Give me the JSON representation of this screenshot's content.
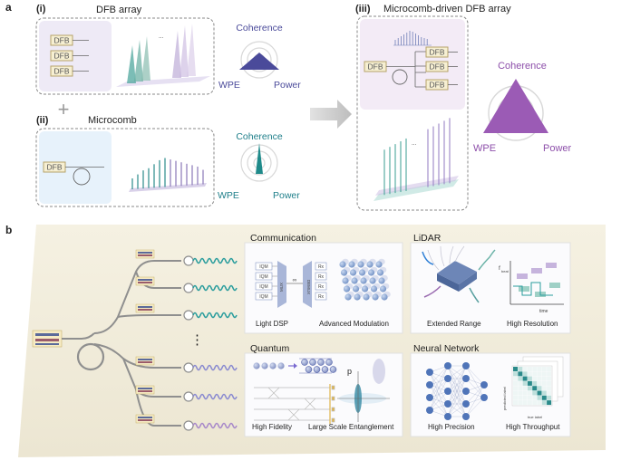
{
  "panel_a": {
    "label": "a",
    "sub_i": {
      "label": "(i)",
      "title": "DFB array",
      "dfb": [
        "DFB",
        "DFB",
        "DFB"
      ],
      "radar": {
        "top": "Coherence",
        "left": "WPE",
        "right": "Power",
        "color": "#4a4a9a"
      }
    },
    "sub_ii": {
      "label": "(ii)",
      "title": "Microcomb",
      "dfb": "DFB",
      "radar": {
        "top": "Coherence",
        "left": "WPE",
        "right": "Power",
        "color": "#1f8a8a"
      }
    },
    "plus": "+",
    "sub_iii": {
      "label": "(iii)",
      "title": "Microcomb-driven DFB array",
      "dfb": [
        "DFB",
        "DFB",
        "DFB",
        "DFB"
      ],
      "radar": {
        "top": "Coherence",
        "left": "WPE",
        "right": "Power",
        "color": "#9b5bb5"
      }
    },
    "ellipsis": "..."
  },
  "panel_b": {
    "label": "b",
    "vdots": "⋮",
    "communication": {
      "title": "Communication",
      "modulators": [
        "IQM",
        "IQM",
        "IQM",
        "IQM"
      ],
      "receivers": [
        "Rx",
        "Rx",
        "Rx",
        "Rx"
      ],
      "mux": "MUX",
      "demux": "DEMUX",
      "fiber": "∞",
      "captions": [
        "Light DSP",
        "Advanced Modulation"
      ]
    },
    "lidar": {
      "title": "LiDAR",
      "axis_y": "f",
      "axis_y_sub": "beat",
      "axis_x": "time",
      "captions": [
        "Extended Range",
        "High Resolution"
      ]
    },
    "quantum": {
      "title": "Quantum",
      "p_label": "p",
      "captions": [
        "High Fidelity",
        "Large Scale Entanglement"
      ]
    },
    "neural": {
      "title": "Neural Network",
      "axis_y": "predicted label",
      "axis_x": "true label",
      "captions": [
        "High Precision",
        "High Throughput"
      ]
    }
  },
  "colors": {
    "panel_i_bg": "#eeeaf6",
    "panel_ii_bg": "#e7f2fb",
    "panel_iii_bg": "#f3ebf6",
    "dfb_fill": "#f6efd2",
    "dfb_stroke": "#b6a36a",
    "teal": "#2a9d9d",
    "purple": "#8a5cb8",
    "lavender": "#b8a8d8"
  }
}
